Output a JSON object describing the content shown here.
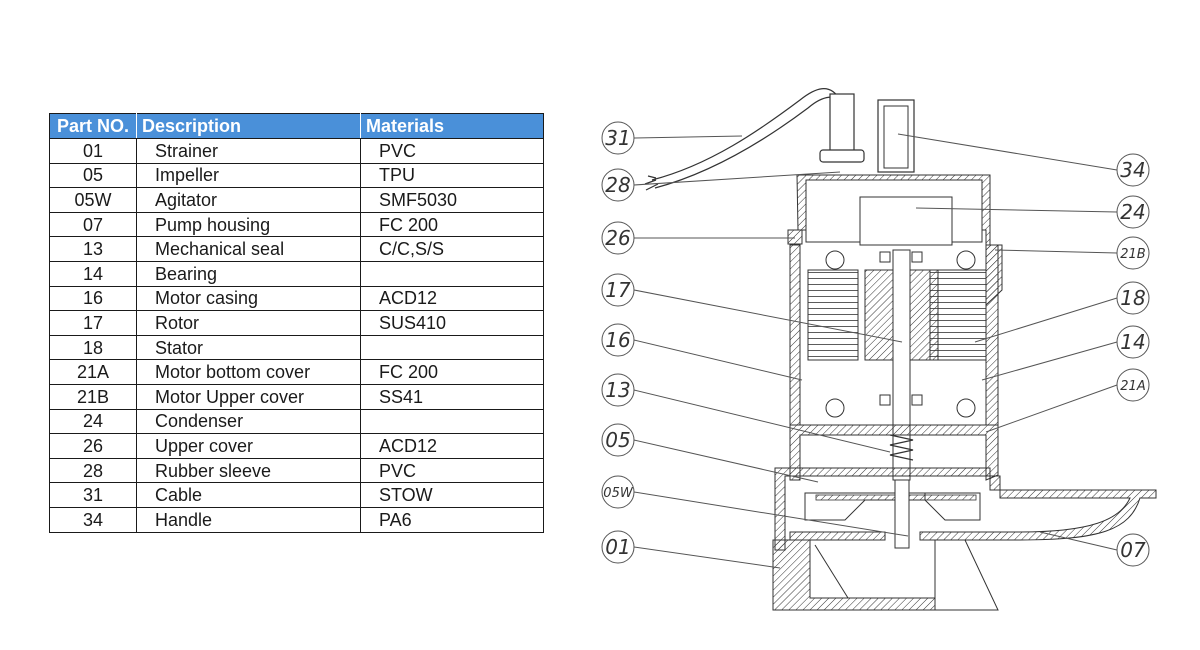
{
  "table": {
    "headers": [
      "Part NO.",
      "Description",
      "Materials"
    ],
    "header_color": "#4a90d9",
    "rows": [
      {
        "part_no": "01",
        "description": "Strainer",
        "material": "PVC"
      },
      {
        "part_no": "05",
        "description": "Impeller",
        "material": "TPU"
      },
      {
        "part_no": "05W",
        "description": "Agitator",
        "material": "SMF5030"
      },
      {
        "part_no": "07",
        "description": "Pump housing",
        "material": "FC 200"
      },
      {
        "part_no": "13",
        "description": "Mechanical seal",
        "material": "C/C,S/S"
      },
      {
        "part_no": "14",
        "description": "Bearing",
        "material": ""
      },
      {
        "part_no": "16",
        "description": "Motor casing",
        "material": "ACD12"
      },
      {
        "part_no": "17",
        "description": "Rotor",
        "material": "SUS410"
      },
      {
        "part_no": "18",
        "description": "Stator",
        "material": ""
      },
      {
        "part_no": "21A",
        "description": "Motor bottom cover",
        "material": "FC 200"
      },
      {
        "part_no": "21B",
        "description": "Motor Upper cover",
        "material": "SS41"
      },
      {
        "part_no": "24",
        "description": "Condenser",
        "material": ""
      },
      {
        "part_no": "26",
        "description": "Upper cover",
        "material": "ACD12"
      },
      {
        "part_no": "28",
        "description": "Rubber sleeve",
        "material": "PVC"
      },
      {
        "part_no": "31",
        "description": "Cable",
        "material": "STOW"
      },
      {
        "part_no": "34",
        "description": "Handle",
        "material": "PA6"
      }
    ]
  },
  "diagram": {
    "title": "Submersible pump cross-section",
    "callouts_left": [
      "31",
      "28",
      "26",
      "17",
      "16",
      "13",
      "05",
      "05W",
      "01"
    ],
    "callouts_right": [
      "34",
      "24",
      "21B",
      "18",
      "14",
      "21A",
      "07"
    ]
  }
}
